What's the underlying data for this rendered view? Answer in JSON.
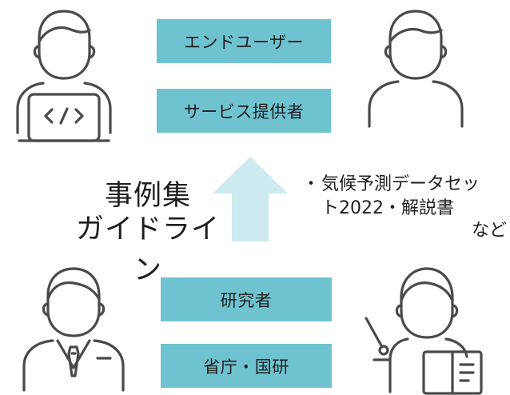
{
  "top_boxes": {
    "end_user": "エンドユーザー",
    "service_provider": "サービス提供者"
  },
  "bottom_boxes": {
    "researcher": "研究者",
    "ministries": "省庁・国研"
  },
  "center_label": {
    "line1": "事例集",
    "line2": "ガイドライン"
  },
  "note": {
    "bullet": "・",
    "line1": "気候予測データセッ",
    "line2": "ト2022・解説書",
    "line3": "など"
  },
  "colors": {
    "box_fill": "#6fc3d0",
    "arrow_fill": "#cdeaf0",
    "icon_stroke": "#4a4a4a"
  },
  "icons": [
    "developer-person-icon",
    "user-person-icon",
    "businessman-icon",
    "teacher-icon",
    "code-brackets-icon",
    "document-icon"
  ]
}
